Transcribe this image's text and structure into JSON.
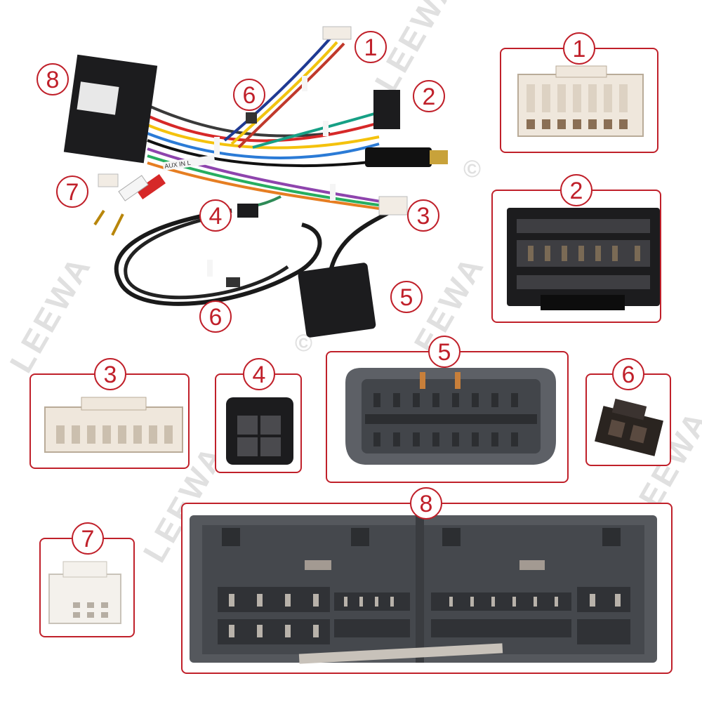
{
  "watermark": {
    "text": "LEEWA",
    "symbol": "©"
  },
  "badges": {
    "n1": "1",
    "n2": "2",
    "n3": "3",
    "n4": "4",
    "n5": "5",
    "n6": "6",
    "n7": "7",
    "n8": "8"
  },
  "harness": {
    "label_tag": "AUX IN L"
  },
  "colors": {
    "accent": "#c0202a",
    "connector_white": "#f2ece4",
    "connector_black": "#1c1c1e",
    "connector_grey": "#55585d"
  }
}
